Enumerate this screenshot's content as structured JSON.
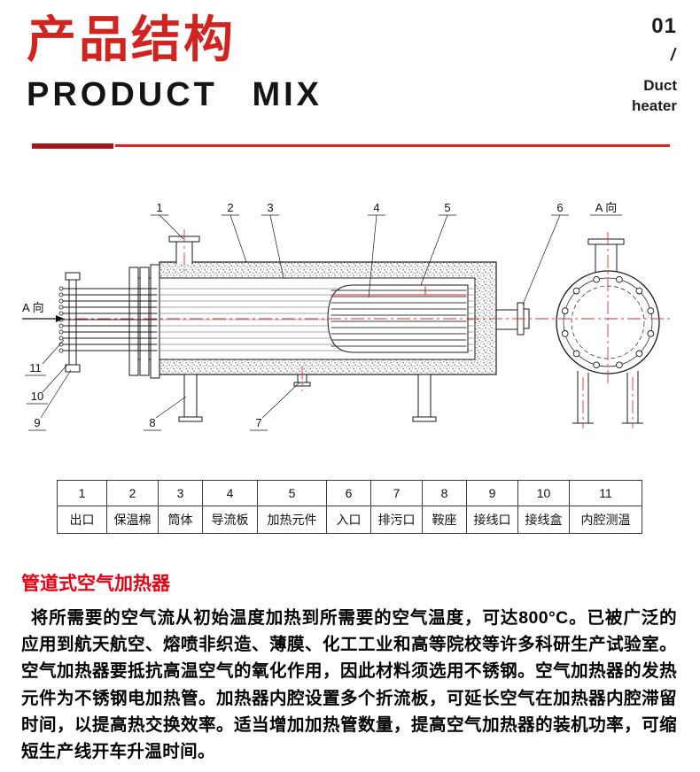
{
  "header": {
    "title_cn": "产品结构",
    "title_en": "PRODUCT MIX",
    "page_number": "01",
    "separator": "/",
    "category_line1": "Duct",
    "category_line2": "heater"
  },
  "diagram": {
    "view_label": "A 向",
    "callouts": [
      "1",
      "2",
      "3",
      "4",
      "5",
      "6",
      "7",
      "8",
      "9",
      "10",
      "11"
    ]
  },
  "parts_table": {
    "ids": [
      "1",
      "2",
      "3",
      "4",
      "5",
      "6",
      "7",
      "8",
      "9",
      "10",
      "11"
    ],
    "labels": [
      "出口",
      "保温棉",
      "筒体",
      "导流板",
      "加热元件",
      "入口",
      "排污口",
      "鞍座",
      "接线口",
      "接线盒",
      "内腔测温"
    ]
  },
  "description": {
    "heading": "管道式空气加热器",
    "body": "将所需要的空气流从初始温度加热到所需要的空气温度，可达800°C。已被广泛的应用到航天航空、熔喷非织造、薄膜、化工工业和高等院校等许多科研生产试验室。空气加热器要抵抗高温空气的氧化作用，因此材料须选用不锈钢。空气加热器的发热元件为不锈钢电加热管。加热器内腔设置多个折流板，可延长空气在加热器内腔滞留时间，以提高热交换效率。适当增加加热管数量，提高空气加热器的装机功率，可缩短生产线开车升温时间。"
  },
  "colors": {
    "accent_red": "#d2241f"
  }
}
